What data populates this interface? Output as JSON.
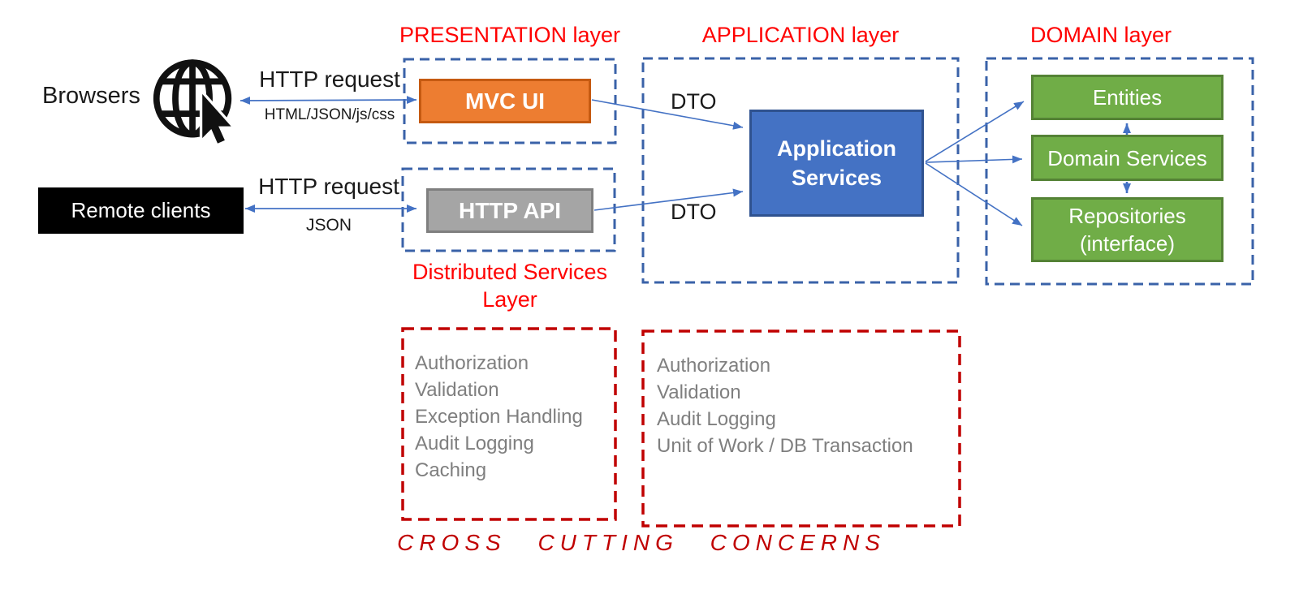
{
  "clients": {
    "browsers_label": "Browsers",
    "remote_clients_label": "Remote clients"
  },
  "connections": {
    "browser_http": {
      "label_top": "HTTP request",
      "label_bottom": "HTML/JSON/js/css"
    },
    "remote_http": {
      "label_top": "HTTP request",
      "label_bottom": "JSON"
    },
    "mvc_to_app_label": "DTO",
    "api_to_app_label": "DTO"
  },
  "presentation_layer": {
    "title": "PRESENTATION layer",
    "mvc_ui_label": "MVC UI"
  },
  "distributed_layer": {
    "title": "Distributed Services\nLayer",
    "http_api_label": "HTTP API"
  },
  "application_layer": {
    "title": "APPLICATION layer",
    "app_services_label": "Application\nServices"
  },
  "domain_layer": {
    "title": "DOMAIN layer",
    "entities_label": "Entities",
    "domain_services_label": "Domain Services",
    "repositories_label": "Repositories\n(interface)"
  },
  "cross_cutting": {
    "presentation_concerns": [
      "Authorization",
      "Validation",
      "Exception Handling",
      "Audit Logging",
      "Caching"
    ],
    "application_concerns": [
      "Authorization",
      "Validation",
      "Audit Logging",
      "Unit of Work / DB Transaction"
    ],
    "footer": "CROSS CUTTING CONCERNS"
  },
  "colors": {
    "layer_title_red": "#FF0000",
    "cross_cutting_red": "#C00000",
    "dashed_layer_blue": "#3A62A8",
    "arrow_blue": "#4472C4",
    "mvc_orange": "#ED7D31",
    "mvc_orange_border": "#C55A11",
    "api_gray": "#A5A5A5",
    "api_gray_border": "#7F7F7F",
    "app_blue": "#4472C4",
    "app_blue_border": "#2F528F",
    "domain_green": "#70AD47",
    "domain_green_border": "#548235",
    "concern_text_gray": "#7F7F7F",
    "remote_clients_black": "#000000"
  }
}
